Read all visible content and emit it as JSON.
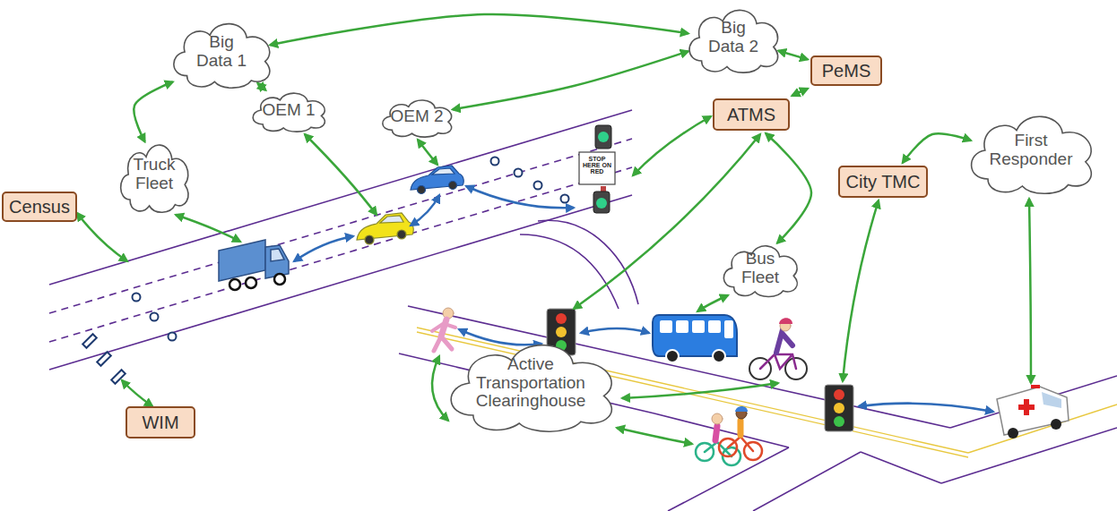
{
  "diagram": {
    "nodes": [
      {
        "text": [
          "Big Data 1"
        ]
      },
      {
        "text": [
          "Big Data 2"
        ]
      },
      {
        "text": [
          "PeMS"
        ]
      },
      {
        "text": [
          "OEM 2"
        ]
      },
      {
        "text": [
          "OEM 1"
        ]
      },
      {
        "text": [
          "ATMS"
        ]
      },
      {
        "text": [
          "Truck Fleet"
        ]
      },
      {
        "text": [
          "First Responder"
        ]
      },
      {
        "text": [
          "Census"
        ]
      },
      {
        "text": [
          "Bus Fleet"
        ]
      },
      {
        "text": [
          "City TMC"
        ]
      },
      {
        "text": [
          "Active Transportation Clearinghouse"
        ]
      },
      {
        "text": [
          "WIM"
        ]
      }
    ],
    "edges": [
      {
        "from": 0,
        "to": 1,
        "arrow": "both"
      },
      {
        "from": 0,
        "to": 6,
        "arrow": "both"
      },
      {
        "from": 0,
        "to": 4,
        "arrow": "both"
      },
      {
        "from": 1,
        "to": 3,
        "arrow": "both"
      },
      {
        "from": 1,
        "to": 2,
        "arrow": "both"
      },
      {
        "from": 2,
        "to": 5,
        "arrow": "both"
      },
      {
        "from": 5,
        "to": 9,
        "arrow": "both"
      },
      {
        "from": 10,
        "to": 7,
        "arrow": "both"
      }
    ],
    "labels": [
      "STOP HERE ON RED"
    ]
  }
}
